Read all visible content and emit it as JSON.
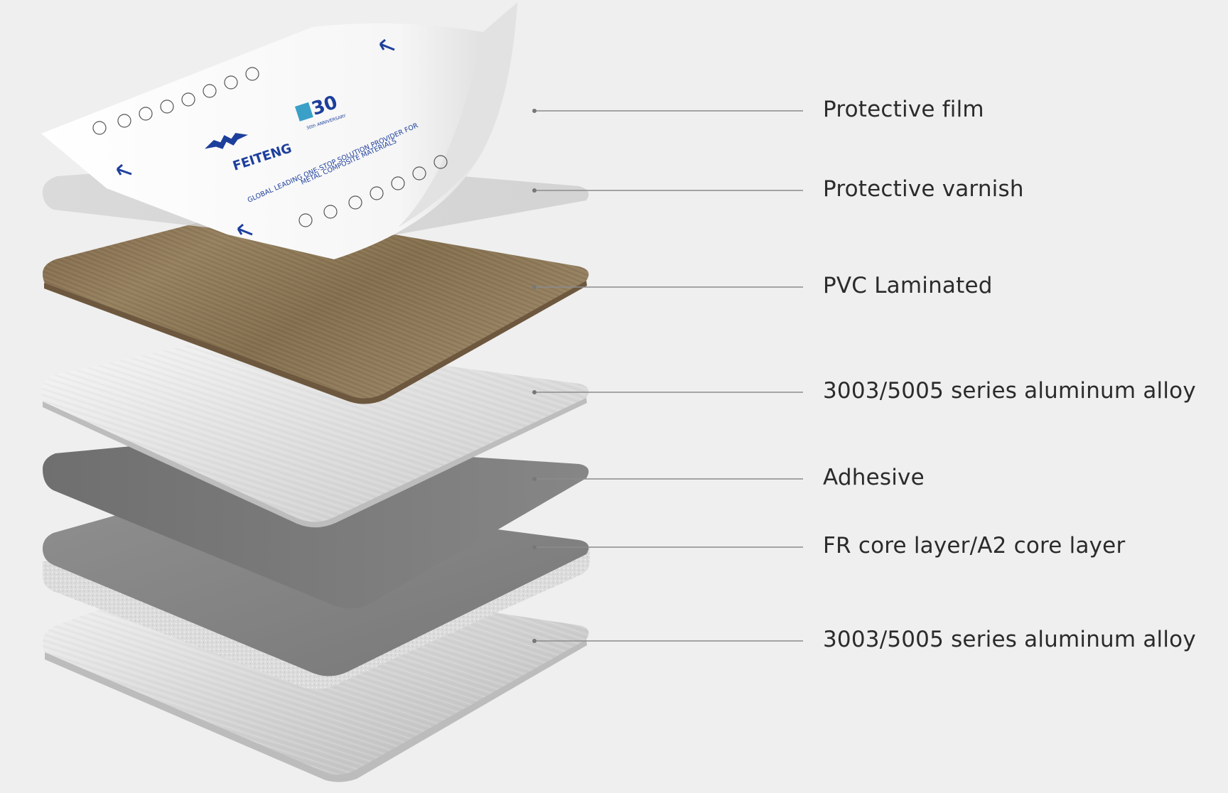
{
  "layers": [
    {
      "id": "protective-film",
      "label": "Protective film"
    },
    {
      "id": "protective-varnish",
      "label": "Protective varnish"
    },
    {
      "id": "pvc-laminated",
      "label": "PVC Laminated"
    },
    {
      "id": "aluminum-alloy-top",
      "label": "3003/5005 series aluminum alloy"
    },
    {
      "id": "adhesive",
      "label": "Adhesive"
    },
    {
      "id": "core-layer",
      "label": "FR core layer/A2 core layer"
    },
    {
      "id": "aluminum-alloy-bottom",
      "label": "3003/5005 series aluminum alloy"
    }
  ],
  "film_print": {
    "brand": "FEITENG",
    "slogan_line1": "GLOBAL LEADING ONE-STOP SOLUTION PROVIDER FOR",
    "slogan_line2": "METAL COMPOSITE MATERIALS",
    "anniversary_number": "30",
    "anniversary_text": "30th ANNIVERSARY"
  },
  "colors": {
    "background": "#efefef",
    "film_ink": "#1d3f9c",
    "film_teal": "#3aa0c8",
    "wood": "#8a7355",
    "aluminum": "#d9d9d9",
    "adhesive": "#7a7a7a",
    "leader_line": "#8c8c8c"
  }
}
